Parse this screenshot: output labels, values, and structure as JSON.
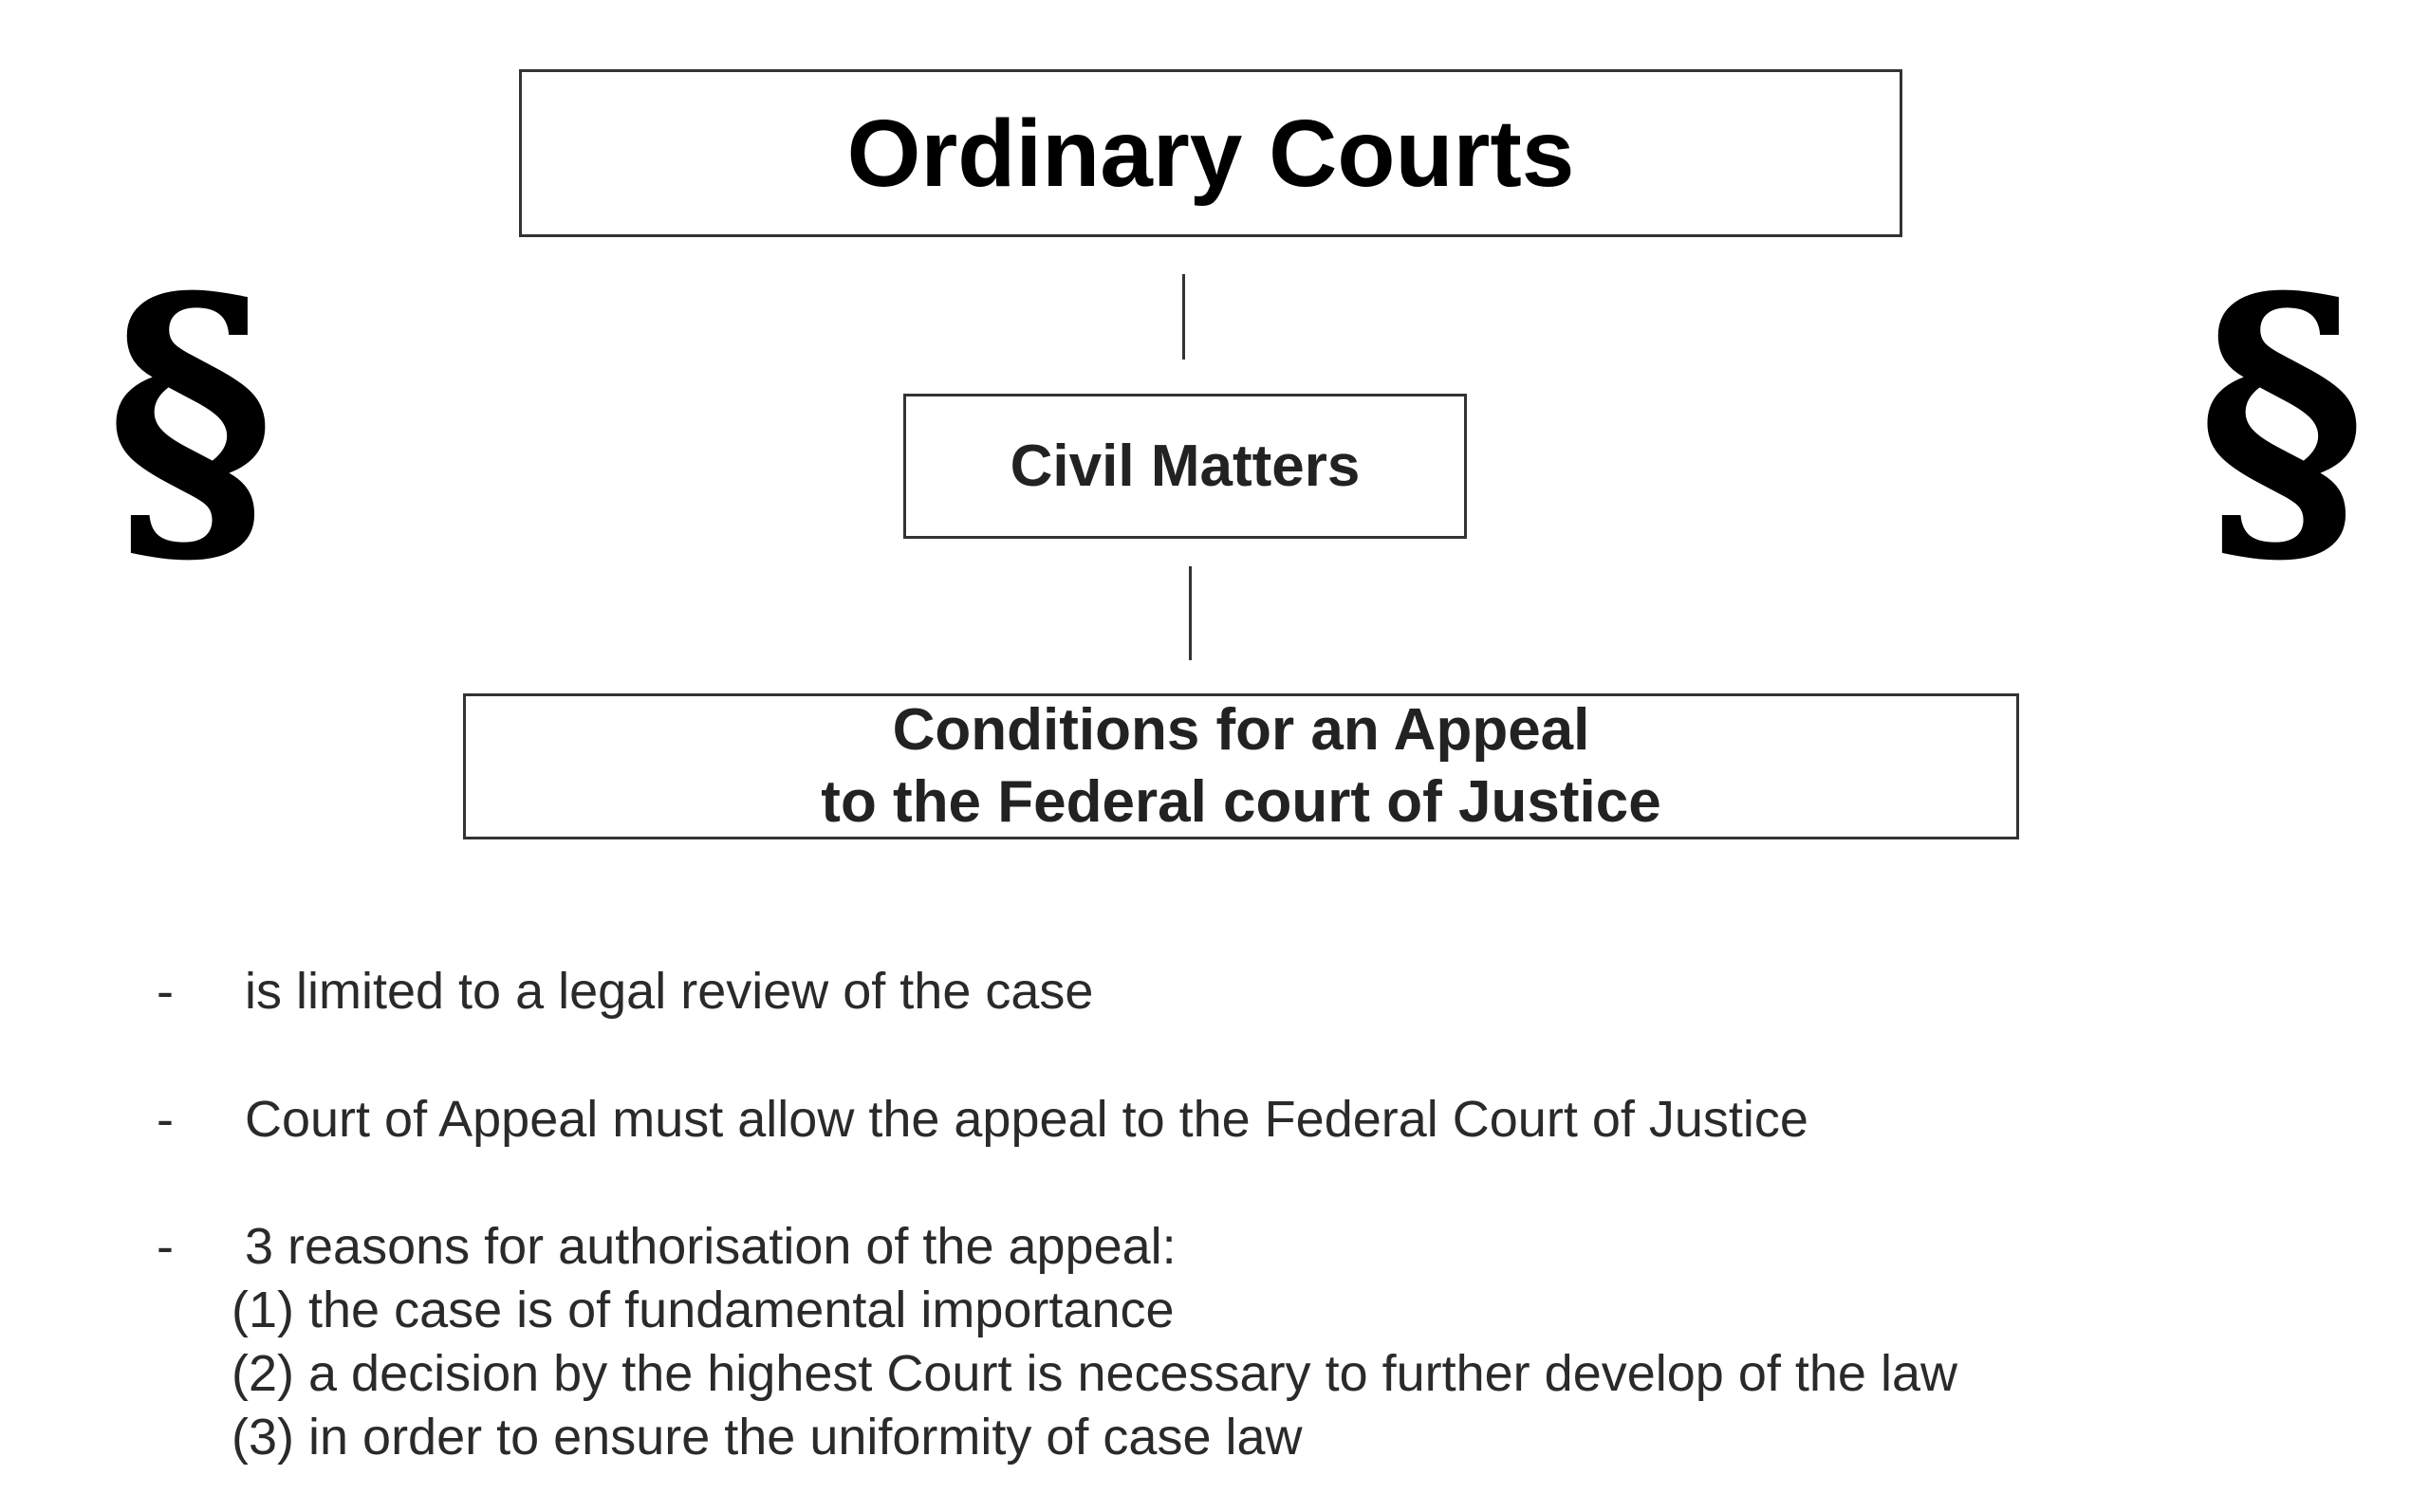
{
  "header": {
    "title": "Ordinary Courts"
  },
  "middle": {
    "label": "Civil Matters"
  },
  "conditions": {
    "line1": "Conditions for an Appeal",
    "line2": "to the Federal court of Justice"
  },
  "icons": {
    "left": "§",
    "right": "§"
  },
  "bullets": [
    {
      "marker": "-",
      "text": "is limited to a legal review of the case"
    },
    {
      "marker": "-",
      "text": "Court of Appeal must allow the appeal to the Federal Court of Justice"
    },
    {
      "marker": "-",
      "text": "3 reasons for authorisation of the appeal:"
    }
  ],
  "reasons": [
    "(1) the case is of fundamental importance",
    "(2) a decision by the highest Court is necessary to further develop of the law",
    "(3) in order to ensure the uniformity of case law"
  ]
}
